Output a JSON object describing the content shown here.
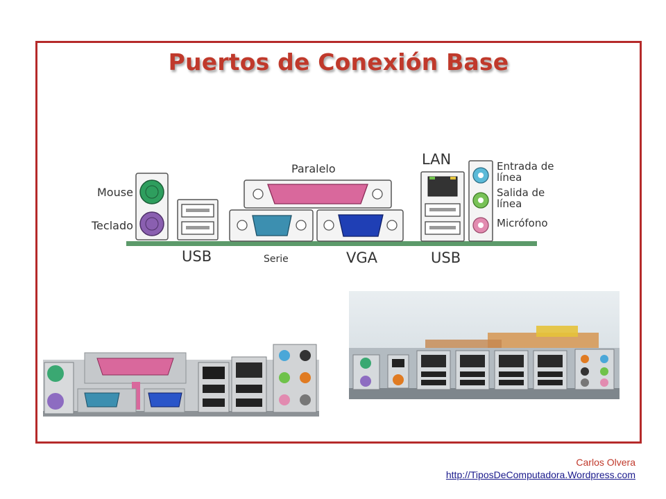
{
  "slide": {
    "title": "Puertos de Conexión Base"
  },
  "diagram": {
    "labels": {
      "mouse": "Mouse",
      "teclado": "Teclado",
      "usb_left": "USB",
      "paralelo": "Paralelo",
      "serie": "Serie",
      "vga": "VGA",
      "lan": "LAN",
      "usb_right": "USB",
      "entrada_line1": "Entrada de",
      "entrada_line2": "línea",
      "salida_line1": "Salida de",
      "salida_line2": "línea",
      "microfono": "Micrófono"
    },
    "colors": {
      "mouse": "#2e9e5e",
      "teclado": "#8a5fb0",
      "parallel": "#d9689c",
      "serial": "#3c8fb0",
      "vga": "#1f3fb5",
      "board": "#5c9a6a",
      "line_in": "#5bbad8",
      "line_out": "#78c257",
      "mic": "#e28bb0"
    }
  },
  "credit": {
    "author": "Carlos Olvera",
    "url": "http://TiposDeComputadora.Wordpress.com"
  }
}
